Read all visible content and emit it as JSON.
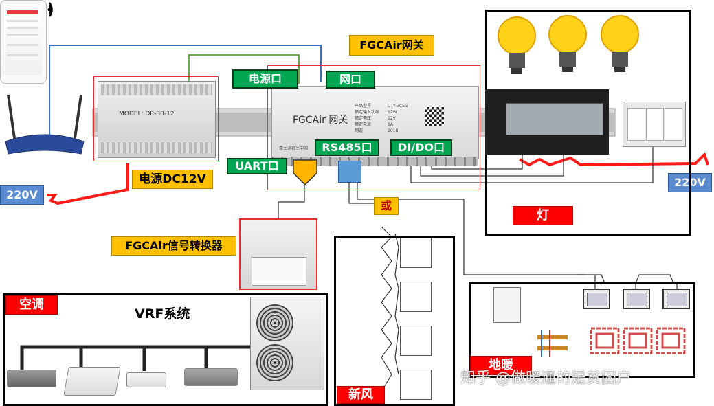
{
  "labels": {
    "gateway_title": "FGCAir网关",
    "power_port": "电源口",
    "network_port": "网口",
    "rs485_port": "RS485口",
    "dido_port": "DI/DO口",
    "uart_port": "UART口",
    "power_supply": "电源DC12V",
    "voltage_left": "220V",
    "voltage_right": "220V",
    "or": "或",
    "lights": "灯",
    "converter": "FGCAir信号转换器",
    "ac": "空调",
    "vrf": "VRF系统",
    "fresh_air": "新风",
    "floor_heating": "地暖"
  },
  "device_text": {
    "gateway_name": "FGCAir 网关",
    "gateway_spec_keys": "产品型号\n额定输入功率\n额定电压\n额定电流\n制造",
    "gateway_spec_vals": "UTY-VCSG\n12W\n12V\n1A\n2018",
    "psu_model": "MODEL: DR-30-12",
    "gateway_footer": "富士通将军中国"
  },
  "watermark": "知乎 @做暖通的是贫困户",
  "colors": {
    "green": "#00a651",
    "yellow": "#ffc000",
    "red": "#ff0000",
    "blue": "#5b8bd0"
  }
}
